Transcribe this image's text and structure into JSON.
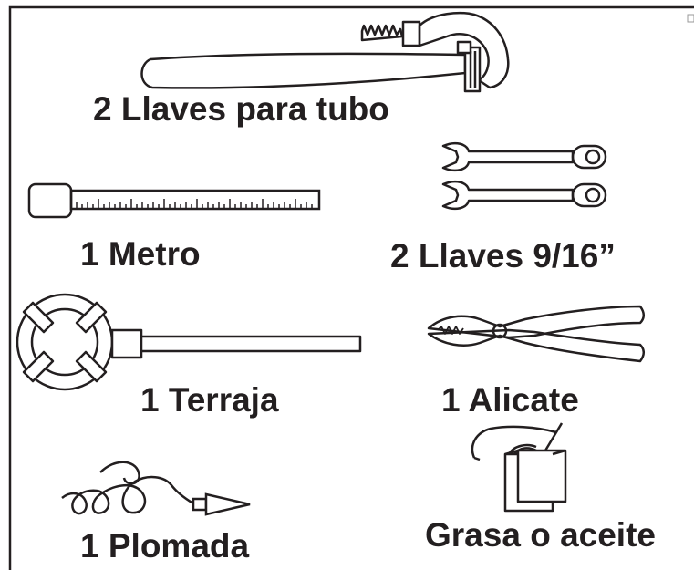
{
  "tools": {
    "pipe_wrenches": "2 Llaves para tubo",
    "tape_measure": "1 Metro",
    "wrenches_916": "2 Llaves 9/16”",
    "die_stock": "1 Terraja",
    "pliers": "1 Alicate",
    "plumb_bob": "1 Plomada",
    "grease_oil": "Grasa o aceite"
  }
}
